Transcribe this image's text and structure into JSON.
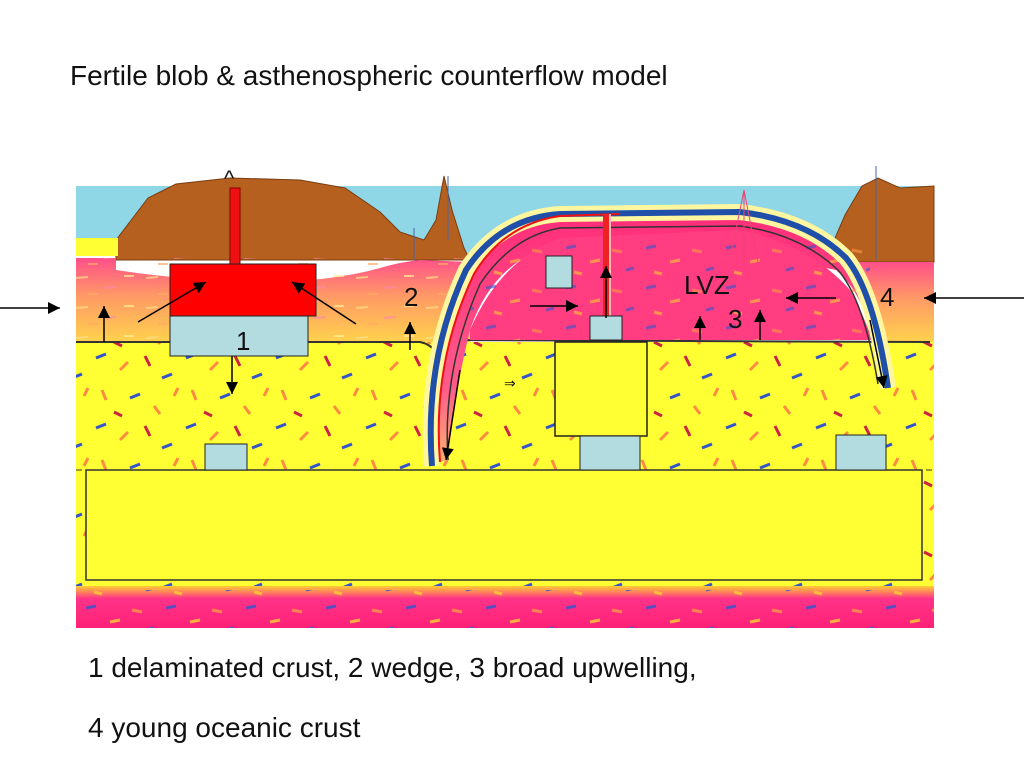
{
  "title": "Fertile blob & asthenospheric counterflow model",
  "labels": {
    "lvz": "LVZ",
    "num1": "1",
    "num2": "2",
    "num3": "3",
    "num4": "4",
    "caret": "^",
    "small_arrow": "⇒"
  },
  "caption": {
    "line1": "1 delaminated crust, 2 wedge, 3 broad upwelling,",
    "line2": "4 young oceanic crust"
  },
  "colors": {
    "ocean": "#8fd6e6",
    "continent": "#b5601f",
    "asthenosphere": "#ffff33",
    "hot_mantle": "#ff2e7a",
    "orange_band": "#ffb84d",
    "delaminated_block": "#ff0000",
    "crust_block": "#b3dce0",
    "slab_blue": "#1f4fa8"
  }
}
